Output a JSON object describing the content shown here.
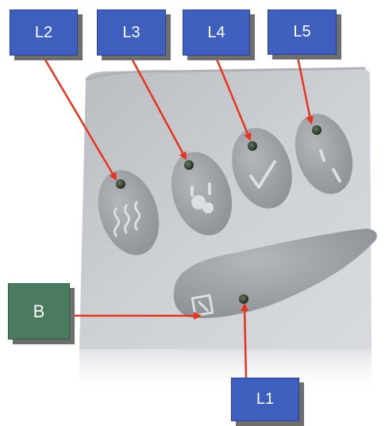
{
  "callouts": {
    "l2": "L2",
    "l3": "L3",
    "l4": "L4",
    "l5": "L5",
    "b": "B",
    "l1": "L1"
  },
  "panel": {
    "buttons": [
      "heat-icon",
      "massage-icon",
      "check-icon",
      "nozzle-icon"
    ],
    "long_button_icon": "diamond-icon"
  },
  "colors": {
    "callout_blue": "#3f5fbf",
    "callout_green": "#4a7a5f",
    "arrow_red": "#e8341e",
    "panel_gray": "#c4c8cd",
    "button_gray": "#9a9ea3",
    "led_green": "#3a4a35"
  }
}
